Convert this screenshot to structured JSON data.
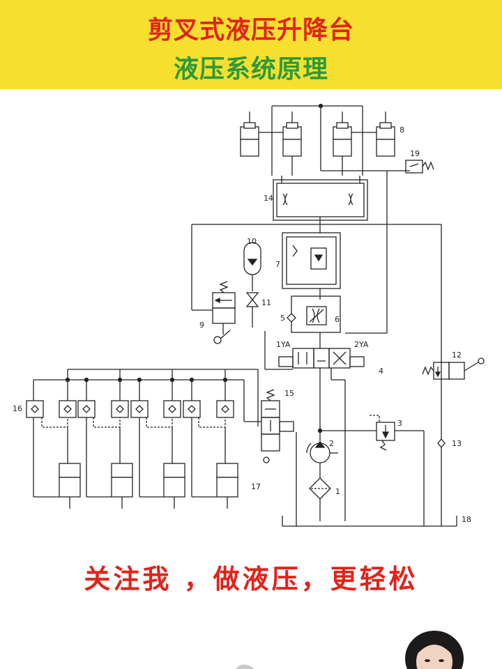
{
  "header": {
    "title": "剪叉式液压升降台",
    "subtitle": "液压系统原理"
  },
  "diagram": {
    "labels": {
      "n1": "1",
      "n2": "2",
      "n3": "3",
      "n4": "4",
      "n5": "5",
      "n6": "6",
      "n7": "7",
      "n8": "8",
      "n9": "9",
      "n10": "10",
      "n11": "11",
      "n12": "12",
      "n13": "13",
      "n14": "14",
      "n15": "15",
      "n16": "16",
      "n17": "17",
      "n18": "18",
      "n19": "19",
      "sol1": "1YA",
      "sol2": "2YA"
    }
  },
  "footer": {
    "slogan": "关注我 ，做液压，更轻松"
  },
  "colors": {
    "banner": "#f7df2f",
    "title": "#e2231a",
    "subtitle": "#2c9a3a",
    "slogan": "#e2231a",
    "line": "#222222"
  }
}
